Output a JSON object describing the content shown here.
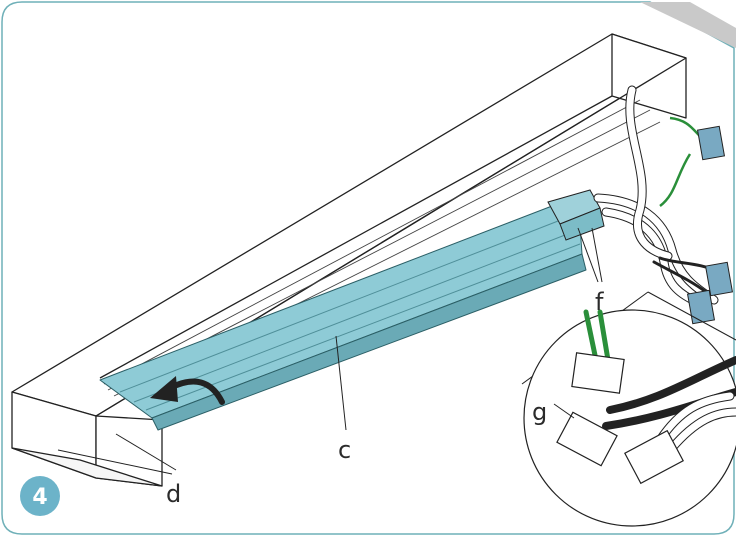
{
  "step": {
    "number": "4"
  },
  "labels": {
    "c": "c",
    "d": "d",
    "f": "f",
    "g": "g"
  },
  "colors": {
    "panel_border": "#6fb0b8",
    "diffuser": "#8ecbd6",
    "diffuser_dark": "#6aaab6",
    "badge": "#6cb3c9",
    "wire_green": "#2a8f3a",
    "connector": "#79a9c2",
    "line": "#222222"
  },
  "icons": [
    "rotate-arrow-icon",
    "wire-connector-icon"
  ]
}
